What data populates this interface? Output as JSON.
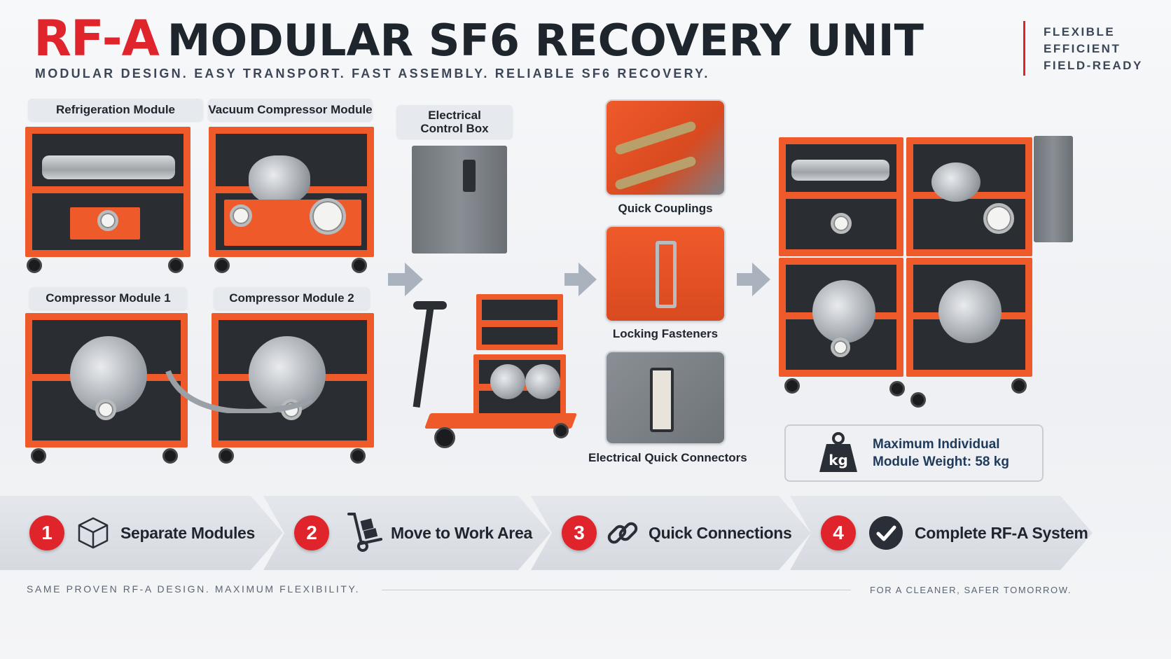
{
  "header": {
    "title_brand": "RF-A",
    "title_rest": "MODULAR SF6 RECOVERY UNIT",
    "subtitle": "MODULAR DESIGN. EASY TRANSPORT. FAST ASSEMBLY. RELIABLE SF6 RECOVERY.",
    "taglines": [
      "FLEXIBLE",
      "EFFICIENT",
      "FIELD-READY"
    ]
  },
  "modules": {
    "refrigeration": "Refrigeration Module",
    "vacuum_compressor": "Vacuum Compressor Module",
    "electrical_control_line1": "Electrical",
    "electrical_control_line2": "Control Box",
    "compressor_1": "Compressor Module 1",
    "compressor_2": "Compressor Module 2"
  },
  "details": {
    "quick_couplings": "Quick Couplings",
    "locking_fasteners": "Locking Fasteners",
    "electrical_connectors": "Electrical Quick Connectors"
  },
  "weight": {
    "icon_text": "kg",
    "line1": "Maximum Individual",
    "line2": "Module Weight: 58 kg"
  },
  "steps": [
    {
      "number": "1",
      "label": "Separate Modules",
      "icon": "cube-icon"
    },
    {
      "number": "2",
      "label": "Move to Work Area",
      "icon": "hand-truck-icon"
    },
    {
      "number": "3",
      "label": "Quick Connections",
      "icon": "chain-link-icon"
    },
    {
      "number": "4",
      "label": "Complete RF-A System",
      "icon": "check-circle-icon"
    }
  ],
  "footer": {
    "left": "SAME PROVEN RF-A DESIGN. MAXIMUM FLEXIBILITY.",
    "right": "FOR A CLEANER, SAFER TOMORROW."
  },
  "colors": {
    "accent_red": "#e0242b",
    "module_orange": "#ef5a2b",
    "dark_text": "#1f252d"
  }
}
